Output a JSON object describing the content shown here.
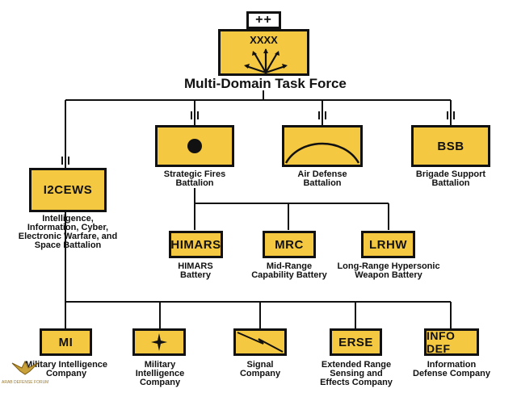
{
  "hq": {
    "designator": "++",
    "echelon": "XXXX",
    "title": "Multi-Domain Task Force"
  },
  "units": {
    "i2cews": {
      "abbr": "I2CEWS",
      "caption": "Intelligence,\nInformation, Cyber,\nElectronic Warfare, and\nSpace Battalion"
    },
    "strategic_fires": {
      "caption": "Strategic Fires\nBattalion"
    },
    "air_defense": {
      "caption": "Air Defense\nBattalion"
    },
    "bsb": {
      "abbr": "BSB",
      "caption": "Brigade Support\nBattalion"
    },
    "himars": {
      "abbr": "HIMARS",
      "caption": "HIMARS\nBattery"
    },
    "mrc": {
      "abbr": "MRC",
      "caption": "Mid-Range\nCapability Battery"
    },
    "lrhw": {
      "abbr": "LRHW",
      "caption": "Long-Range Hypersonic\nWeapon Battery"
    },
    "mi1": {
      "abbr": "MI",
      "caption": "Military Intelligence\nCompany"
    },
    "mi2": {
      "caption": "Military\nIntelligence\nCompany"
    },
    "signal": {
      "caption": "Signal\nCompany"
    },
    "erse": {
      "abbr": "ERSE",
      "caption": "Extended Range\nSensing and\nEffects Company"
    },
    "infodef": {
      "abbr": "INFO DEF",
      "caption": "Information\nDefense Company"
    }
  },
  "watermark": {
    "text": "ARAB DEFENSE FORUM"
  },
  "colors": {
    "unit_fill": "#f5c842",
    "outline": "#111111"
  }
}
